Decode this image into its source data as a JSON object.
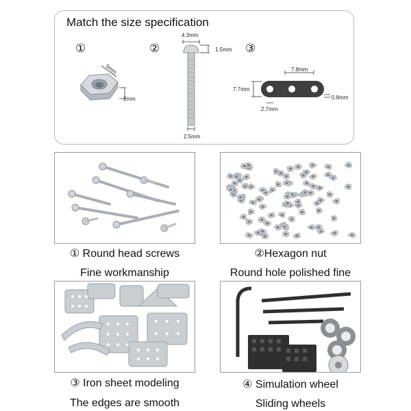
{
  "spec": {
    "title": "Match the size specification",
    "numbers": [
      "①",
      "②",
      "③"
    ],
    "nut": {
      "width": "5mm",
      "height": "2mm"
    },
    "screw": {
      "head": "4.3mm",
      "head_height": "1.5mm",
      "shaft": "2.5mm"
    },
    "strip": {
      "spacing": "7.8mm",
      "width": "7.7mm",
      "hole": "2.7mm",
      "thickness": "0.8mm"
    }
  },
  "items": [
    {
      "title": "① Round head screws",
      "subtitle": "Fine workmanship"
    },
    {
      "title": "②Hexagon nut",
      "subtitle": "Round hole polished fine"
    },
    {
      "title": "③ Iron sheet modeling",
      "subtitle": "The edges are smooth"
    },
    {
      "title": "④ Simulation wheel",
      "subtitle": "Sliding wheels"
    }
  ],
  "colors": {
    "border": "#b7b7b7",
    "metal": "#c9ced3",
    "dark_metal": "#4a4a4a"
  }
}
